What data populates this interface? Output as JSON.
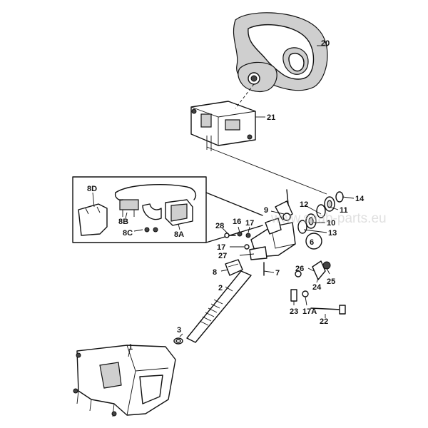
{
  "watermark": "www.saab-parts.eu",
  "callouts": {
    "p20": "20",
    "p21": "21",
    "p14": "14",
    "p12": "12",
    "p11": "11",
    "p10": "10",
    "p13": "13",
    "p6": "6",
    "p9": "9",
    "p28": "28",
    "p16": "16",
    "p17a": "17",
    "p17b": "17",
    "p27": "27",
    "p8": "8",
    "p7": "7",
    "p26": "26",
    "p25": "25",
    "p24": "24",
    "p2": "2",
    "p3": "3",
    "p1": "1",
    "p23": "23",
    "p17A": "17A",
    "p22": "22",
    "p8D": "8D",
    "p8B": "8B",
    "p8C": "8C",
    "p8A": "8A"
  }
}
